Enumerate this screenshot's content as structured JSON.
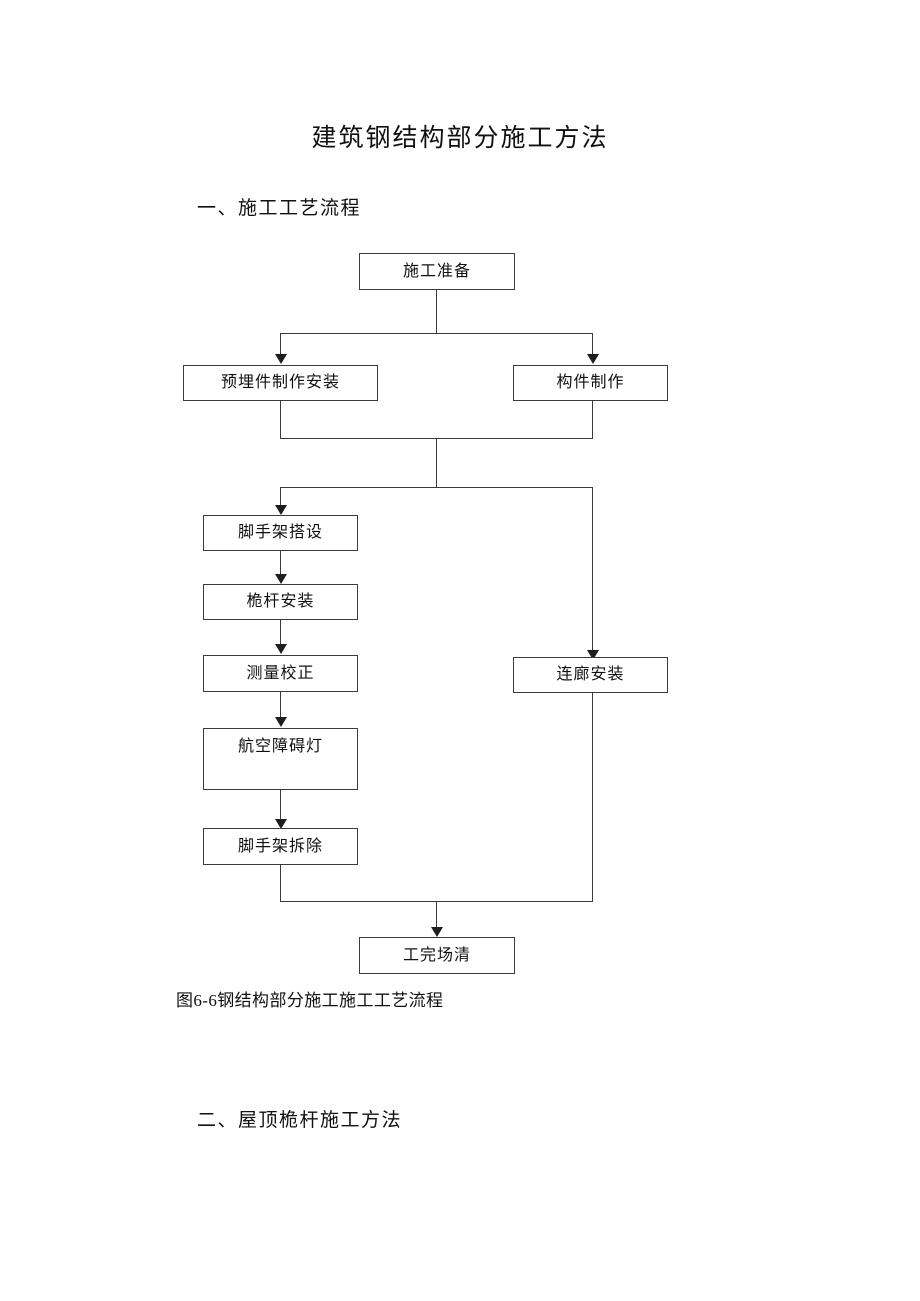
{
  "document": {
    "title": "建筑钢结构部分施工方法",
    "sections": [
      {
        "heading": "一、施工工艺流程"
      },
      {
        "heading": "二、屋顶桅杆施工方法"
      }
    ],
    "figure": {
      "caption": "图6-6钢结构部分施工施工工艺流程"
    }
  },
  "flowchart": {
    "nodes": [
      {
        "id": "prep",
        "label": "施工准备"
      },
      {
        "id": "embedded-parts",
        "label": "预埋件制作安装"
      },
      {
        "id": "member-fab",
        "label": "构件制作"
      },
      {
        "id": "scaffold-erect",
        "label": "脚手架搭设"
      },
      {
        "id": "mast-install",
        "label": "桅杆安装"
      },
      {
        "id": "survey-adjust",
        "label": "测量校正"
      },
      {
        "id": "aviation-light",
        "label": "航空障碍灯"
      },
      {
        "id": "scaffold-remove",
        "label": "脚手架拆除"
      },
      {
        "id": "corridor",
        "label": "连廊安装"
      },
      {
        "id": "site-cleanup",
        "label": "工完场清"
      }
    ],
    "colors": {
      "box_border": "#3b3b3b",
      "connector": "#3b3b3b",
      "arrow": "#1e1e1e",
      "text": "#111111",
      "background": "#ffffff"
    }
  }
}
